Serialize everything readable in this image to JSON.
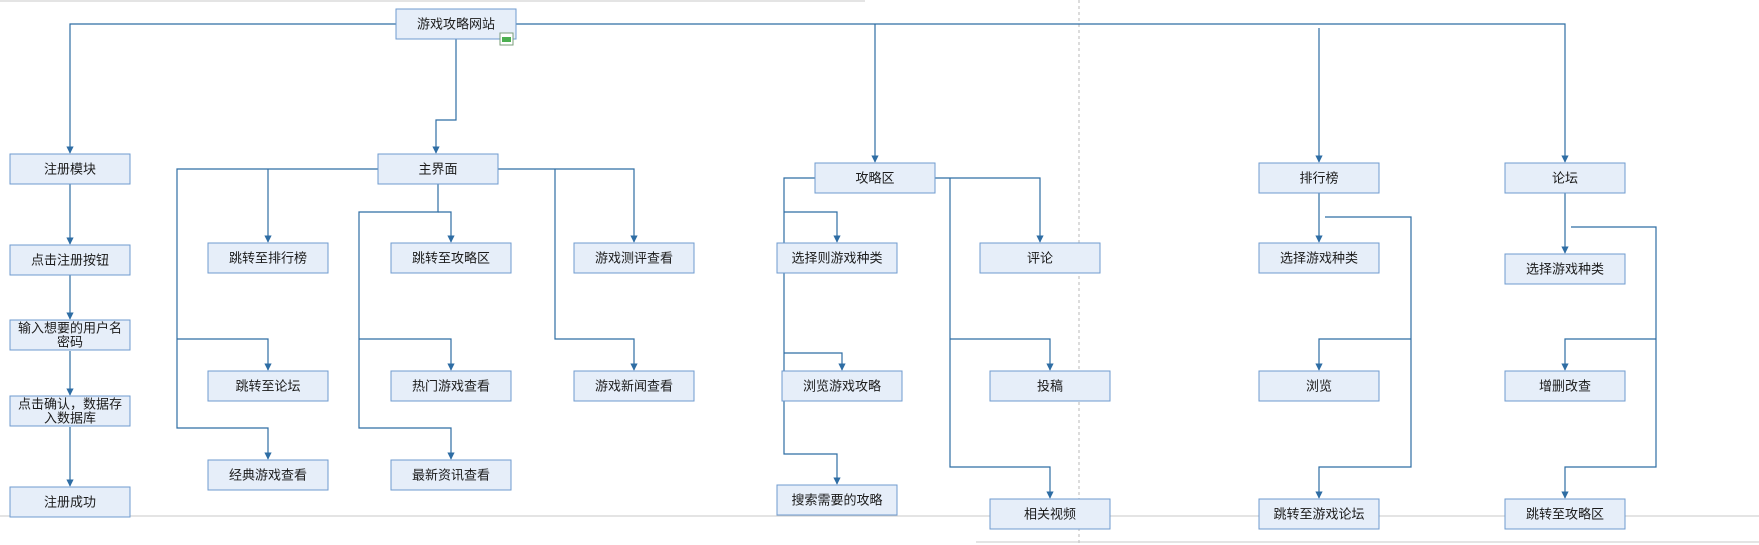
{
  "nodes": [
    {
      "id": "root",
      "label": "游戏攻略网站"
    },
    {
      "id": "reg",
      "label": "注册模块"
    },
    {
      "id": "reg1",
      "label": "点击注册按钮"
    },
    {
      "id": "reg2",
      "label": "输入想要的用户名\n密码"
    },
    {
      "id": "reg3",
      "label": "点击确认，数据存\n入数据库"
    },
    {
      "id": "reg4",
      "label": "注册成功"
    },
    {
      "id": "main",
      "label": "主界面"
    },
    {
      "id": "m1",
      "label": "跳转至排行榜"
    },
    {
      "id": "m2",
      "label": "跳转至论坛"
    },
    {
      "id": "m3",
      "label": "经典游戏查看"
    },
    {
      "id": "m4",
      "label": "跳转至攻略区"
    },
    {
      "id": "m5",
      "label": "热门游戏查看"
    },
    {
      "id": "m6",
      "label": "最新资讯查看"
    },
    {
      "id": "m7",
      "label": "游戏测评查看"
    },
    {
      "id": "m8",
      "label": "游戏新闻查看"
    },
    {
      "id": "gl",
      "label": "攻略区"
    },
    {
      "id": "g1",
      "label": "选择则游戏种类"
    },
    {
      "id": "g2",
      "label": "浏览游戏攻略"
    },
    {
      "id": "g3",
      "label": "搜索需要的攻略"
    },
    {
      "id": "g4",
      "label": "评论"
    },
    {
      "id": "g5",
      "label": "投稿"
    },
    {
      "id": "g6",
      "label": "相关视频"
    },
    {
      "id": "rank",
      "label": "排行榜"
    },
    {
      "id": "r1",
      "label": "选择游戏种类"
    },
    {
      "id": "r2",
      "label": "浏览"
    },
    {
      "id": "r3",
      "label": "跳转至游戏论坛"
    },
    {
      "id": "forum",
      "label": "论坛"
    },
    {
      "id": "f1",
      "label": "选择游戏种类"
    },
    {
      "id": "f2",
      "label": "增删改查"
    },
    {
      "id": "f3",
      "label": "跳转至攻略区"
    }
  ],
  "colors": {
    "node_fill": "#e6eef9",
    "node_border": "#6f9bcf",
    "edge": "#2e6da4",
    "collapse_marker": "#4caf50"
  },
  "icons": {
    "collapse_marker": "collapse-toggle-icon"
  }
}
